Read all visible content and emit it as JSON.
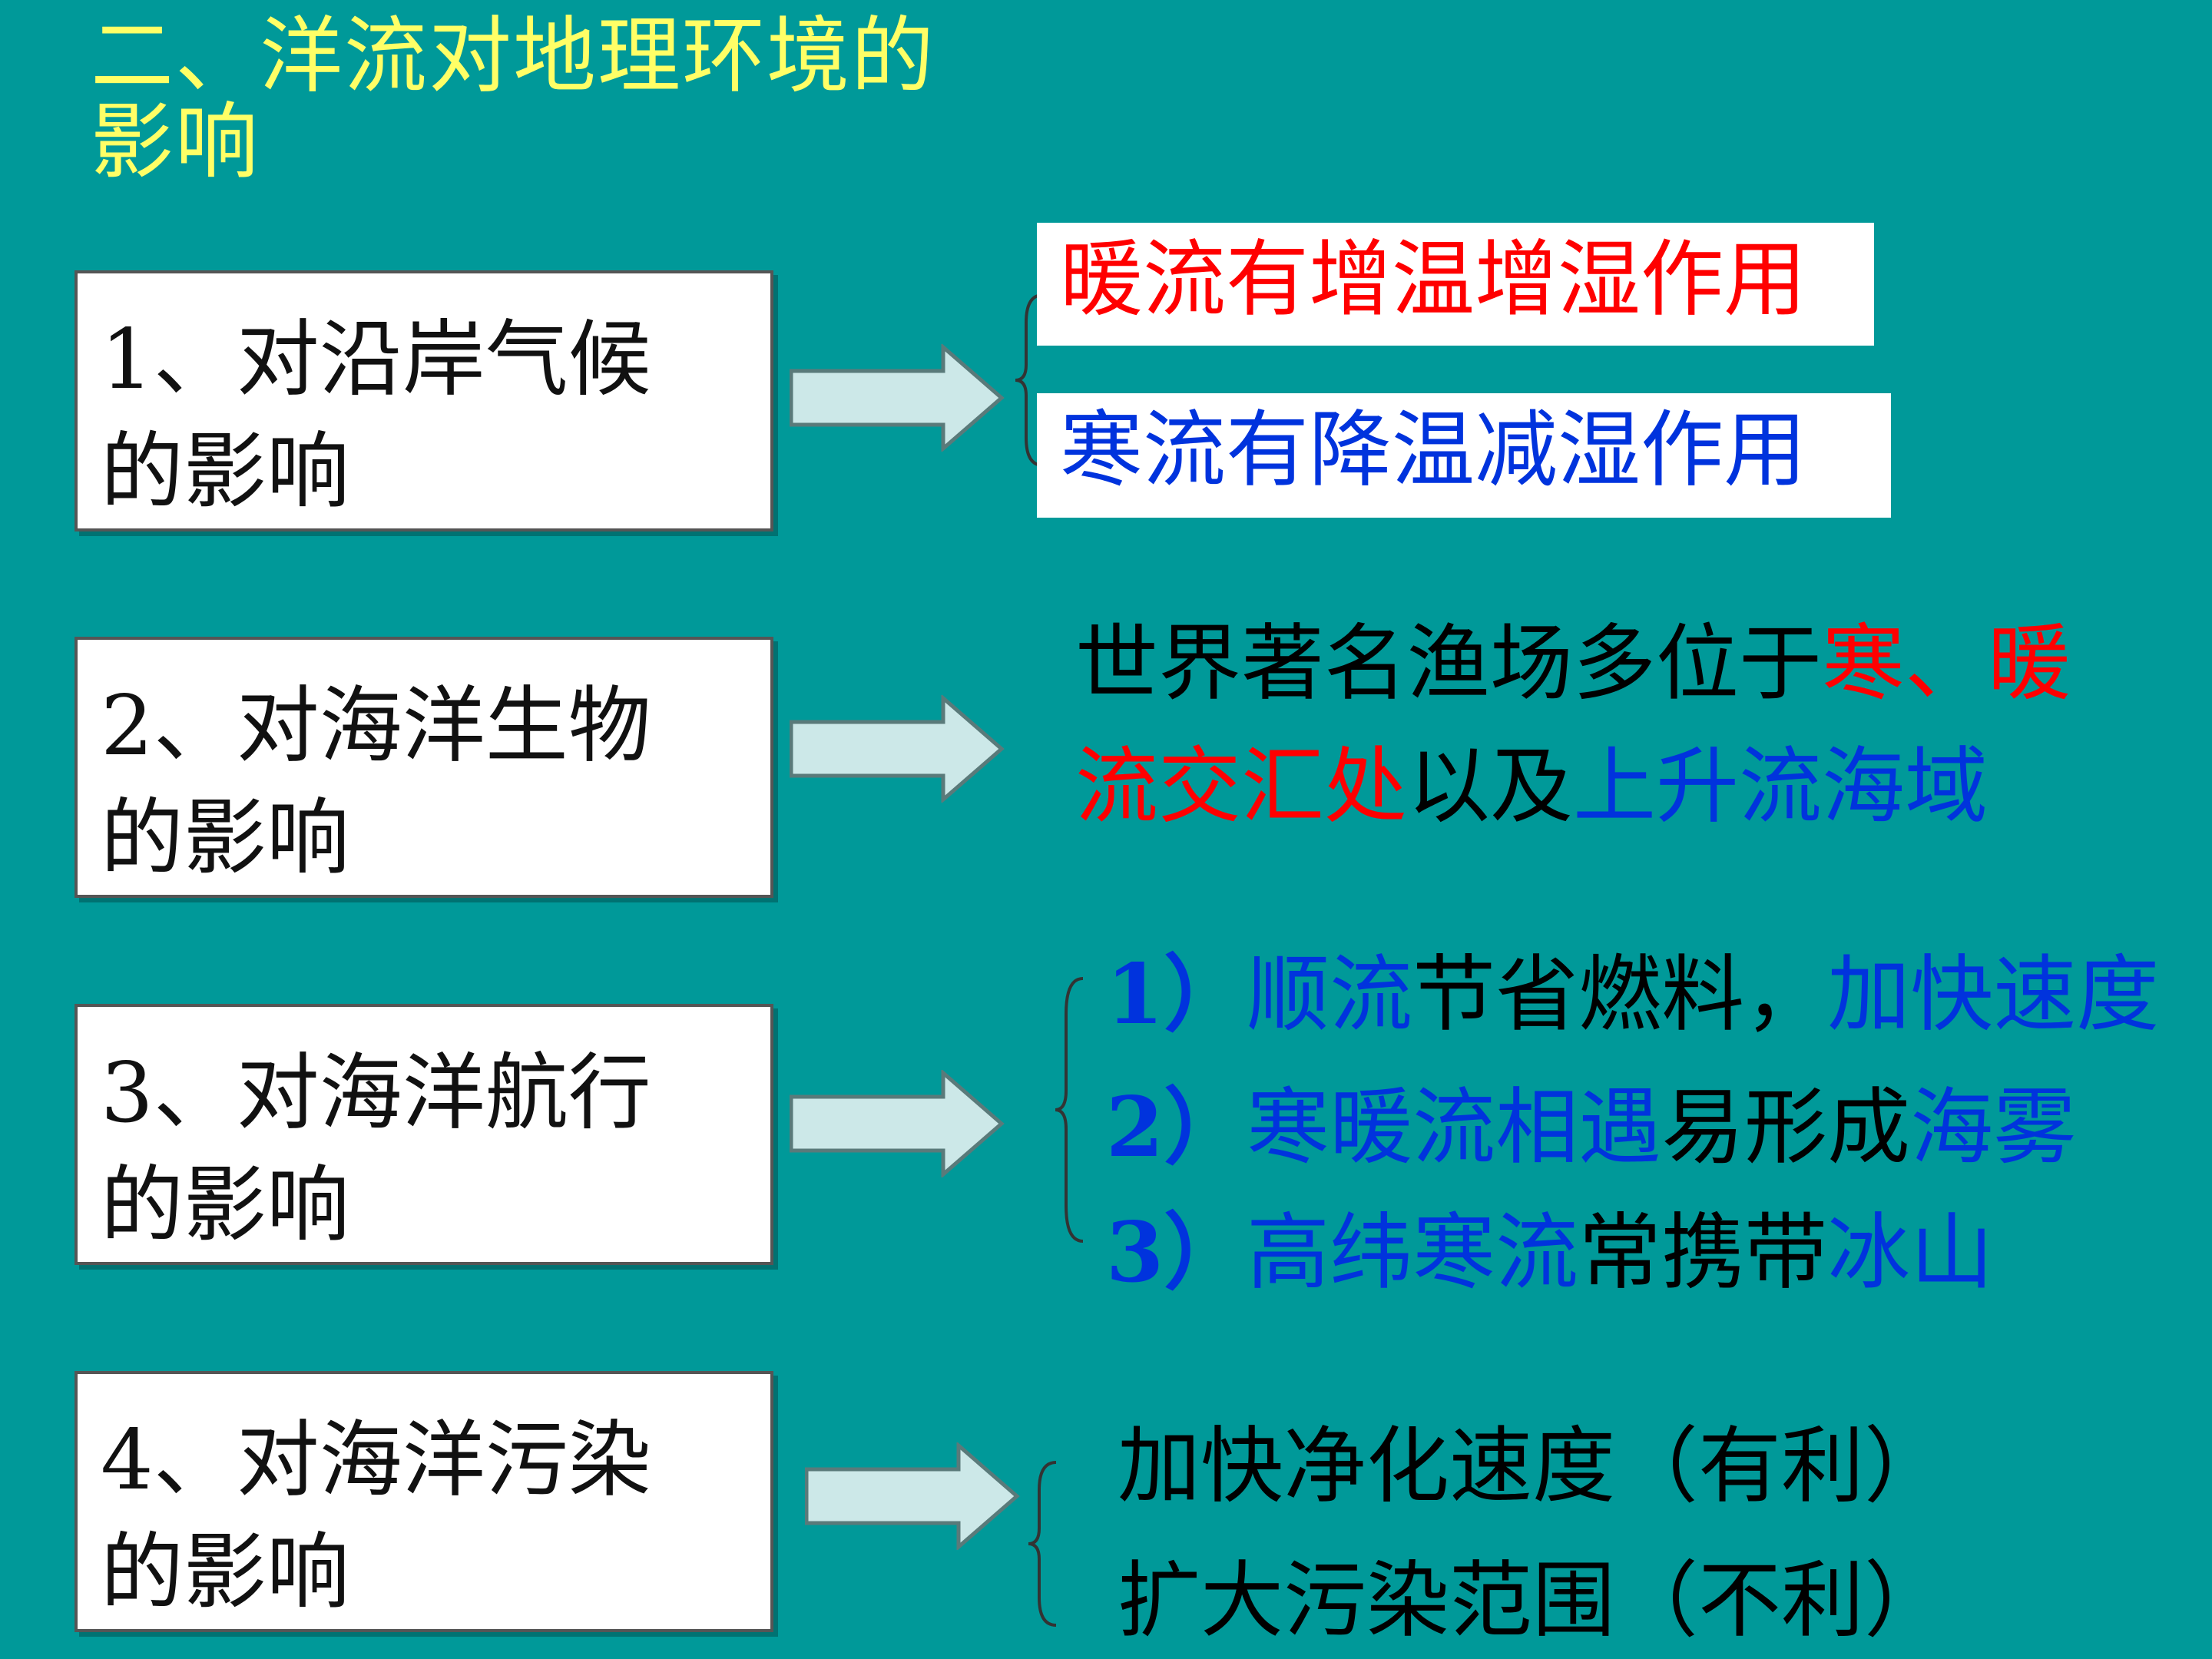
{
  "title": {
    "line1": "二、洋流对地理环境的",
    "line2": "影响"
  },
  "topics": [
    {
      "line1": "1、对沿岸气候",
      "line2": "的影响"
    },
    {
      "line1": "2、对海洋生物",
      "line2": "的影响"
    },
    {
      "line1": "3、对海洋航行",
      "line2": "的影响"
    },
    {
      "line1": "4、对海洋污染",
      "line2": "的影响"
    }
  ],
  "climate": {
    "warm": "暖流有增温增湿作用",
    "cold": "寒流有降温减湿作用"
  },
  "biology": {
    "part1": "世界著名渔场多位于",
    "part2": "寒、暖",
    "part3": "流交汇处",
    "part4": "以及",
    "part5": "上升流海域"
  },
  "navigation": [
    {
      "num": "1）",
      "a": "顺流",
      "b": "节省燃料，",
      "c": "加快速度"
    },
    {
      "num": "2）",
      "a": "寒暖流相遇",
      "b": "易形成",
      "c": "海雾"
    },
    {
      "num": "3）",
      "a": "高纬寒流",
      "b": "常携带",
      "c": "冰山"
    }
  ],
  "pollution": {
    "good": "加快净化速度（有利）",
    "bad": "扩大污染范围（不利）"
  },
  "colors": {
    "background": "#009999",
    "title": "#ffff66",
    "warm": "#ff0000",
    "cold": "#0033dd",
    "arrow_fill": "#cce8e8"
  }
}
